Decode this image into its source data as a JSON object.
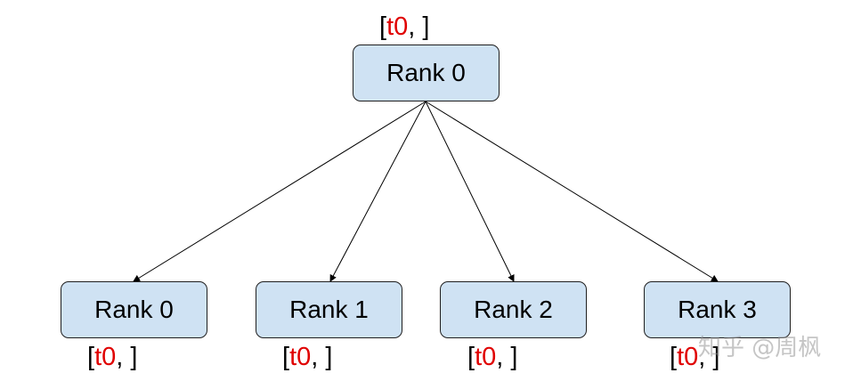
{
  "root": {
    "label": "Rank 0",
    "tag": {
      "open": "[",
      "value": "t0",
      "close": ", ]"
    }
  },
  "children": [
    {
      "label": "Rank 0",
      "tag": {
        "open": "[",
        "value": "t0",
        "close": ", ]"
      }
    },
    {
      "label": "Rank 1",
      "tag": {
        "open": "[",
        "value": "t0",
        "close": ", ]"
      }
    },
    {
      "label": "Rank 2",
      "tag": {
        "open": "[",
        "value": "t0",
        "close": ", ]"
      }
    },
    {
      "label": "Rank 3",
      "tag": {
        "open": "[",
        "value": "t0",
        "close": ", ]"
      }
    }
  ],
  "colors": {
    "node_fill": "#cfe2f3",
    "node_border": "#1f1f1f",
    "highlight": "#e00000"
  },
  "watermark": "知乎 @周枫"
}
